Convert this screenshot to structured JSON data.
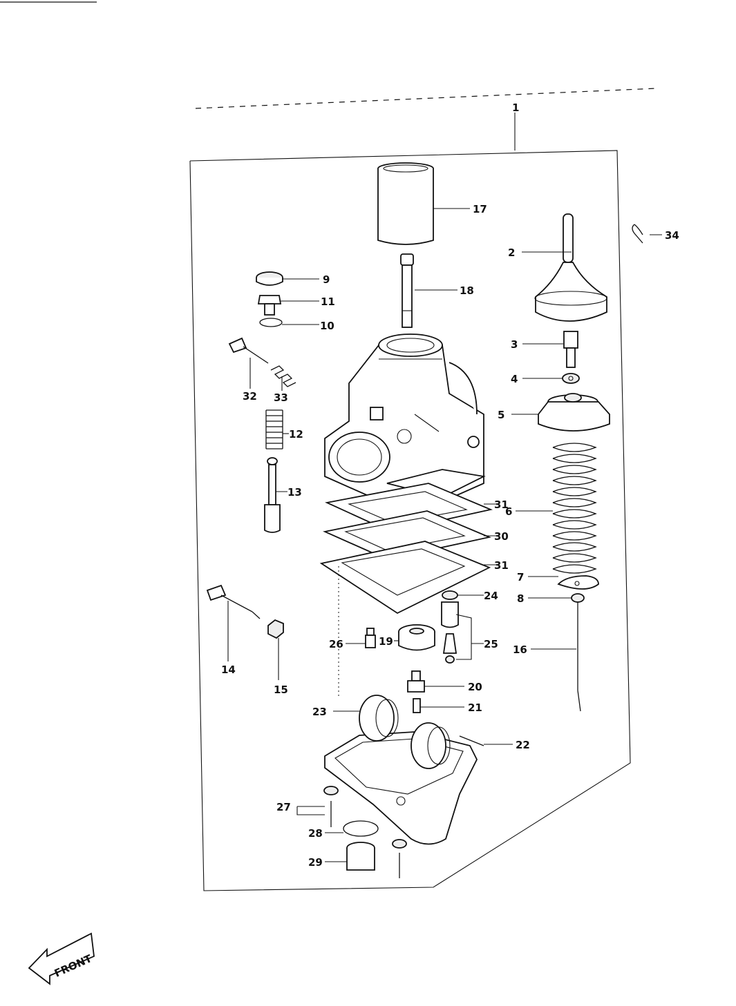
{
  "diagram": {
    "front_label": "FRONT",
    "callouts": [
      "1",
      "2",
      "3",
      "4",
      "5",
      "6",
      "7",
      "8",
      "9",
      "10",
      "11",
      "12",
      "13",
      "14",
      "15",
      "16",
      "17",
      "18",
      "19",
      "20",
      "21",
      "22",
      "23",
      "24",
      "25",
      "26",
      "27",
      "28",
      "29",
      "30",
      "31",
      "31",
      "32",
      "33",
      "34"
    ]
  }
}
